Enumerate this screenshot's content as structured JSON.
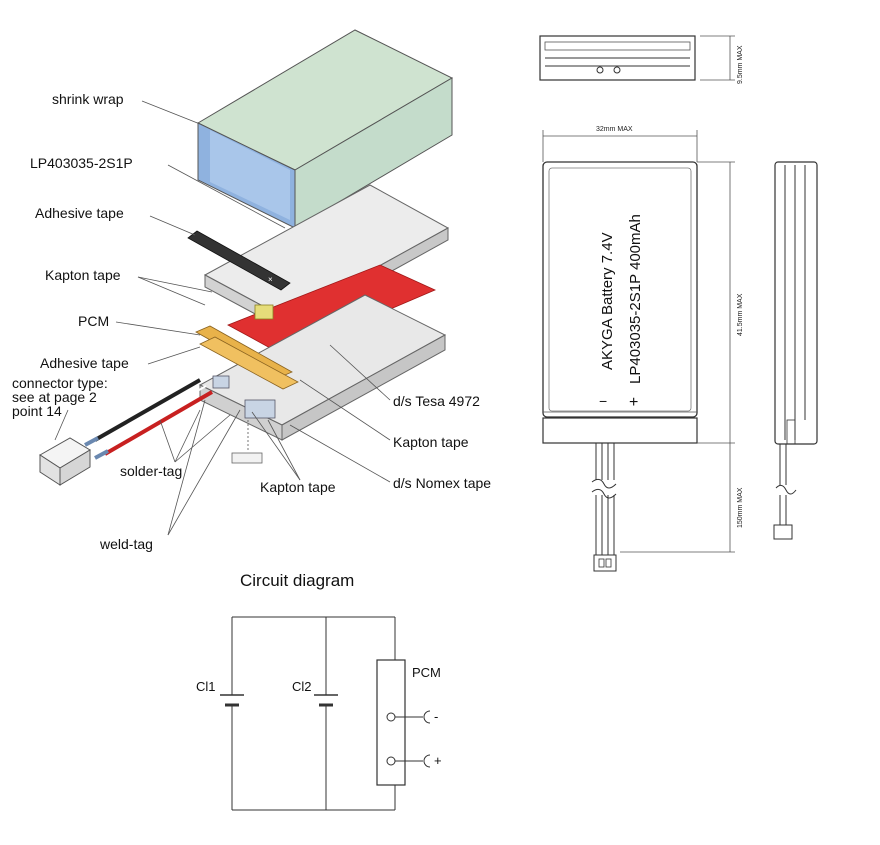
{
  "exploded": {
    "labels": {
      "shrink_wrap": "shrink wrap",
      "cell": "LP403035-2S1P",
      "adhesive_tape_top": "Adhesive tape",
      "kapton_tape_left": "Kapton tape",
      "pcm": "PCM",
      "adhesive_tape_mid": "Adhesive tape",
      "connector_line1": "connector type:",
      "connector_line2": "see at page 2",
      "connector_line3": "point 14",
      "solder_tag": "solder-tag",
      "weld_tag": "weld-tag",
      "kapton_tape_bottom": "Kapton tape",
      "tesa": "d/s Tesa 4972",
      "kapton_tape_right": "Kapton tape",
      "nomex": "d/s Nomex tape"
    },
    "colors": {
      "shrink_wrap_face": "#cfe3d0",
      "shrink_wrap_side": "#8fb2df",
      "cell": "#e6e6e6",
      "red_tape": "#e03030",
      "adhesive_tape": "#333333",
      "pcm_board": "#e8b24a",
      "wire_red": "#c82020",
      "wire_black": "#222222"
    }
  },
  "drawing": {
    "height_dim": "9.5mm MAX",
    "width_dim": "32mm MAX",
    "length_dim": "41.5mm MAX",
    "cable_dim": "150mm MAX",
    "battery_line1": "AKYGA Battery 7.4V",
    "battery_line2": "LP403035-2S1P 400mAh",
    "minus_symbol": "−",
    "plus_symbol": "+"
  },
  "circuit": {
    "title": "Circuit diagram",
    "cell1": "Cl1",
    "cell2": "Cl2",
    "pcm": "PCM",
    "minus": "-",
    "plus": "+"
  }
}
